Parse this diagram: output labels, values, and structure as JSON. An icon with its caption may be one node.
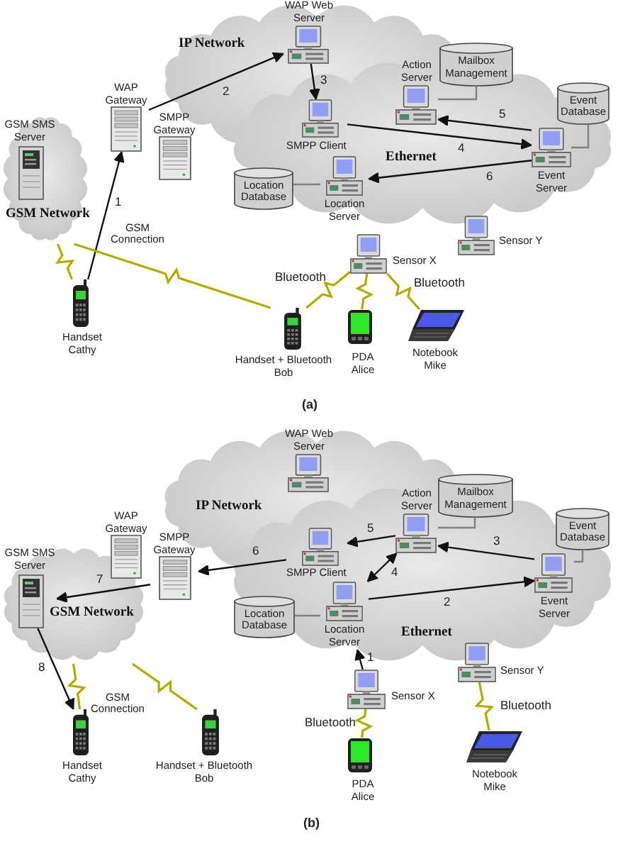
{
  "diagram": {
    "nodes": [
      {
        "text": [
          "IP Network"
        ]
      },
      {
        "text": [
          "WAP Web Server"
        ],
        "in": 0
      },
      {
        "text": [
          "Mailbox Management"
        ]
      },
      {
        "text": [
          "Action Server"
        ]
      },
      {
        "text": [
          "Ethernet"
        ]
      },
      {
        "text": [
          "Event Database"
        ],
        "in": 4
      },
      {
        "text": [
          "WAP Gateway"
        ]
      },
      {
        "text": [
          "SMPP Client"
        ]
      },
      {
        "text": [
          "SMPP Gateway"
        ]
      },
      {
        "text": [
          "GSM Network"
        ]
      },
      {
        "text": [
          "GSM SMS Server"
        ],
        "in": 9
      },
      {
        "text": [
          "Event Server"
        ],
        "in": 4
      },
      {
        "text": [
          "Location Server"
        ],
        "in": 4
      },
      {
        "text": [
          "Location Database"
        ],
        "in": 4
      },
      {
        "text": [
          "Sensor Y"
        ]
      },
      {
        "text": [
          "Sensor X"
        ]
      },
      {
        "text": [
          "Handset Cathy"
        ]
      },
      {
        "text": [
          "Handset + Bluetooth Bob"
        ]
      },
      {
        "text": [
          "PDA Alice"
        ]
      },
      {
        "text": [
          "Notebook Mike"
        ]
      },
      {
        "text": [
          "IP Network"
        ]
      },
      {
        "text": [
          "WAP Web Server"
        ],
        "in": 20
      },
      {
        "text": [
          "Mailbox Management"
        ]
      },
      {
        "text": [
          "Action Server"
        ]
      },
      {
        "text": [
          "Ethernet"
        ]
      },
      {
        "text": [
          "Event Database"
        ],
        "in": 24
      },
      {
        "text": [
          "WAP Gateway"
        ]
      },
      {
        "text": [
          "SMPP Client"
        ]
      },
      {
        "text": [
          "SMPP Gateway"
        ]
      },
      {
        "text": [
          "GSM Network"
        ]
      },
      {
        "text": [
          "GSM SMS Server"
        ],
        "in": 29
      },
      {
        "text": [
          "Event Server"
        ],
        "in": 24
      },
      {
        "text": [
          "Location Server"
        ],
        "in": 24
      },
      {
        "text": [
          "Location Database"
        ],
        "in": 24
      },
      {
        "text": [
          "Sensor Y"
        ]
      },
      {
        "text": [
          "Sensor X"
        ]
      },
      {
        "text": [
          "Handset Cathy"
        ]
      },
      {
        "text": [
          "Handset + Bluetooth Bob"
        ]
      },
      {
        "text": [
          "PDA Alice"
        ]
      },
      {
        "text": [
          "Notebook Mike"
        ]
      }
    ],
    "edges": [
      {
        "from": 16,
        "to": 6,
        "arrow": "to",
        "label": "1"
      },
      {
        "from": 9,
        "to": 16,
        "arrow": "none",
        "color": "#b8a800"
      },
      {
        "from": 9,
        "to": 17,
        "arrow": "none",
        "color": "#b8a800"
      },
      {
        "from": 6,
        "to": 1,
        "arrow": "to",
        "label": "2"
      },
      {
        "from": 1,
        "to": 7,
        "arrow": "to",
        "label": "3"
      },
      {
        "from": 7,
        "to": 11,
        "arrow": "to",
        "label": "4"
      },
      {
        "from": 11,
        "to": 3,
        "arrow": "to",
        "label": "5"
      },
      {
        "from": 11,
        "to": 12,
        "arrow": "to",
        "label": "6"
      },
      {
        "from": 2,
        "to": 3,
        "arrow": "none",
        "color": "#808080"
      },
      {
        "from": 5,
        "to": 11,
        "arrow": "none",
        "color": "#808080"
      },
      {
        "from": 13,
        "to": 12,
        "arrow": "none",
        "color": "#808080"
      },
      {
        "from": 15,
        "to": 17,
        "arrow": "none",
        "label": "Bluetooth",
        "color": "#b8a800"
      },
      {
        "from": 15,
        "to": 18,
        "arrow": "none",
        "color": "#b8a800"
      },
      {
        "from": 15,
        "to": 19,
        "arrow": "none",
        "label": "Bluetooth",
        "color": "#b8a800"
      },
      {
        "from": 35,
        "to": 32,
        "arrow": "to",
        "label": "1"
      },
      {
        "from": 32,
        "to": 31,
        "arrow": "to",
        "label": "2"
      },
      {
        "from": 31,
        "to": 23,
        "arrow": "to",
        "label": "3"
      },
      {
        "from": 23,
        "to": 32,
        "arrow": "both",
        "label": "4"
      },
      {
        "from": 23,
        "to": 27,
        "arrow": "to",
        "label": "5"
      },
      {
        "from": 27,
        "to": 28,
        "arrow": "to",
        "label": "6"
      },
      {
        "from": 28,
        "to": 30,
        "arrow": "to",
        "label": "7"
      },
      {
        "from": 30,
        "to": 36,
        "arrow": "to",
        "label": "8"
      },
      {
        "from": 22,
        "to": 23,
        "arrow": "none",
        "color": "#808080"
      },
      {
        "from": 25,
        "to": 31,
        "arrow": "none",
        "color": "#808080"
      },
      {
        "from": 33,
        "to": 32,
        "arrow": "none",
        "color": "#808080"
      },
      {
        "from": 35,
        "to": 38,
        "arrow": "none",
        "label": "Bluetooth",
        "color": "#b8a800"
      },
      {
        "from": 34,
        "to": 39,
        "arrow": "none",
        "label": "Bluetooth",
        "color": "#b8a800"
      },
      {
        "from": 29,
        "to": 36,
        "arrow": "none",
        "color": "#b8a800"
      },
      {
        "from": 29,
        "to": 37,
        "arrow": "none",
        "label": "GSM Connection",
        "color": "#b8a800"
      }
    ],
    "labels": [
      "GSM Connection",
      "(a)",
      "(b)"
    ]
  }
}
